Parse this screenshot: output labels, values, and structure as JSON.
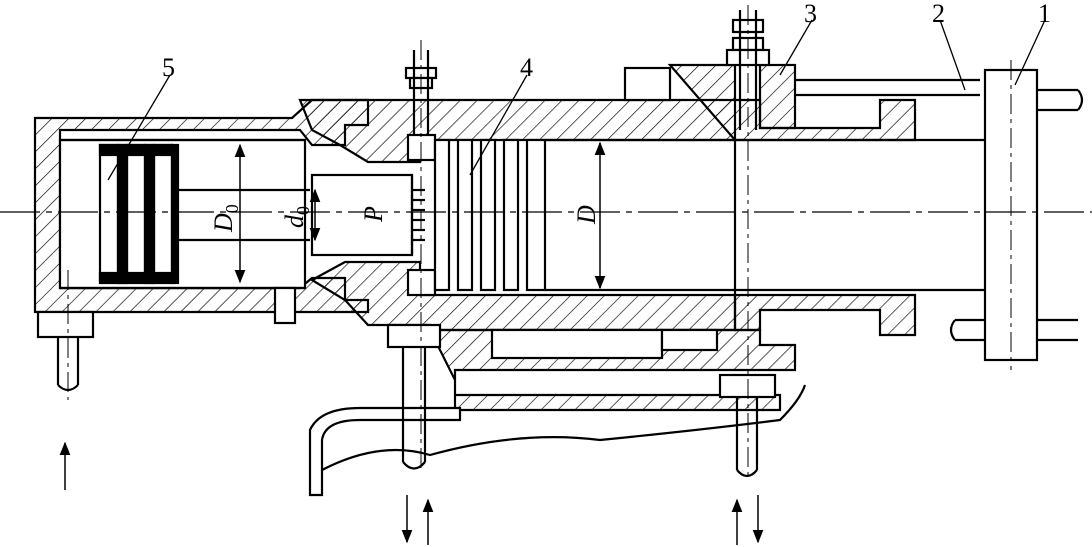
{
  "part_labels": [
    "1",
    "2",
    "3",
    "4",
    "5"
  ],
  "dimension_labels": {
    "D0": {
      "main": "D",
      "sub": "0"
    },
    "d0": {
      "main": "d",
      "sub": "0"
    },
    "P": "P",
    "D": "D"
  },
  "colors": {
    "ink": "#000000",
    "paper": "#ffffff"
  }
}
